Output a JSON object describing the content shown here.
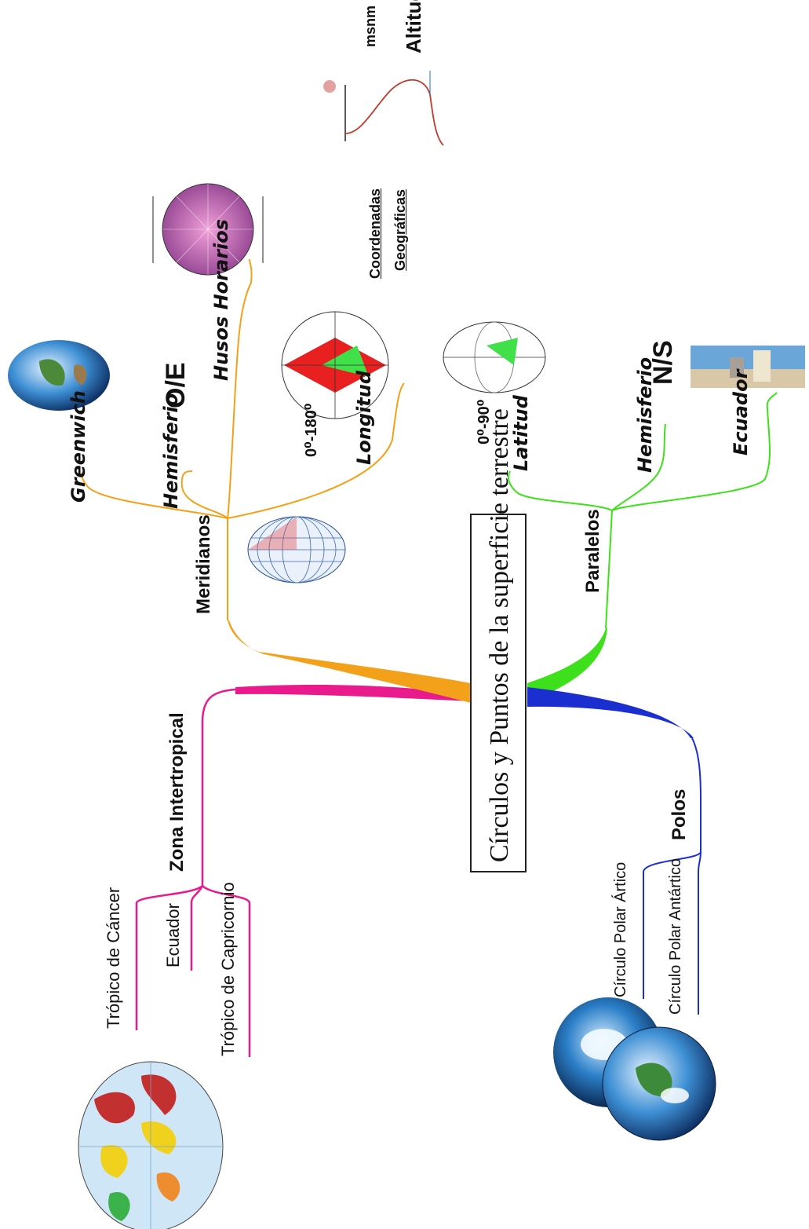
{
  "central_topic": "Círculos y Puntos de la superficie terrestre",
  "branches": {
    "zona": {
      "label": "Zona Intertropical",
      "color": "#e81a8c",
      "children": [
        "Trópico de Cáncer",
        "Ecuador",
        "Trópico de Capricornio"
      ]
    },
    "polos": {
      "label": "Polos",
      "color": "#1b2fd1",
      "children": [
        "Círculo Polar Ártico",
        "Círculo Polar Antártico"
      ]
    },
    "meridianos": {
      "label": "Meridianos",
      "color": "#f3a11a",
      "greenwich": "Greenwich",
      "hemisferio": "Hemisferio",
      "hemisferio_value": "O/E",
      "husos": "Husos Horarios",
      "longitud": "Longitud",
      "longitud_range": "0⁰-180⁰"
    },
    "paralelos": {
      "label": "Paralelos",
      "color": "#3ee01c",
      "latitud": "Latitud",
      "latitud_range": "0⁰-90⁰",
      "hemisferio": "Hemisferio",
      "hemisferio_value": "N/S",
      "ecuador": "Ecuador"
    }
  },
  "extras": {
    "coordenadas_line1": "Coordenadas",
    "coordenadas_line2": "Geográficas",
    "altitud": "Altitud",
    "msnm": "msnm"
  }
}
